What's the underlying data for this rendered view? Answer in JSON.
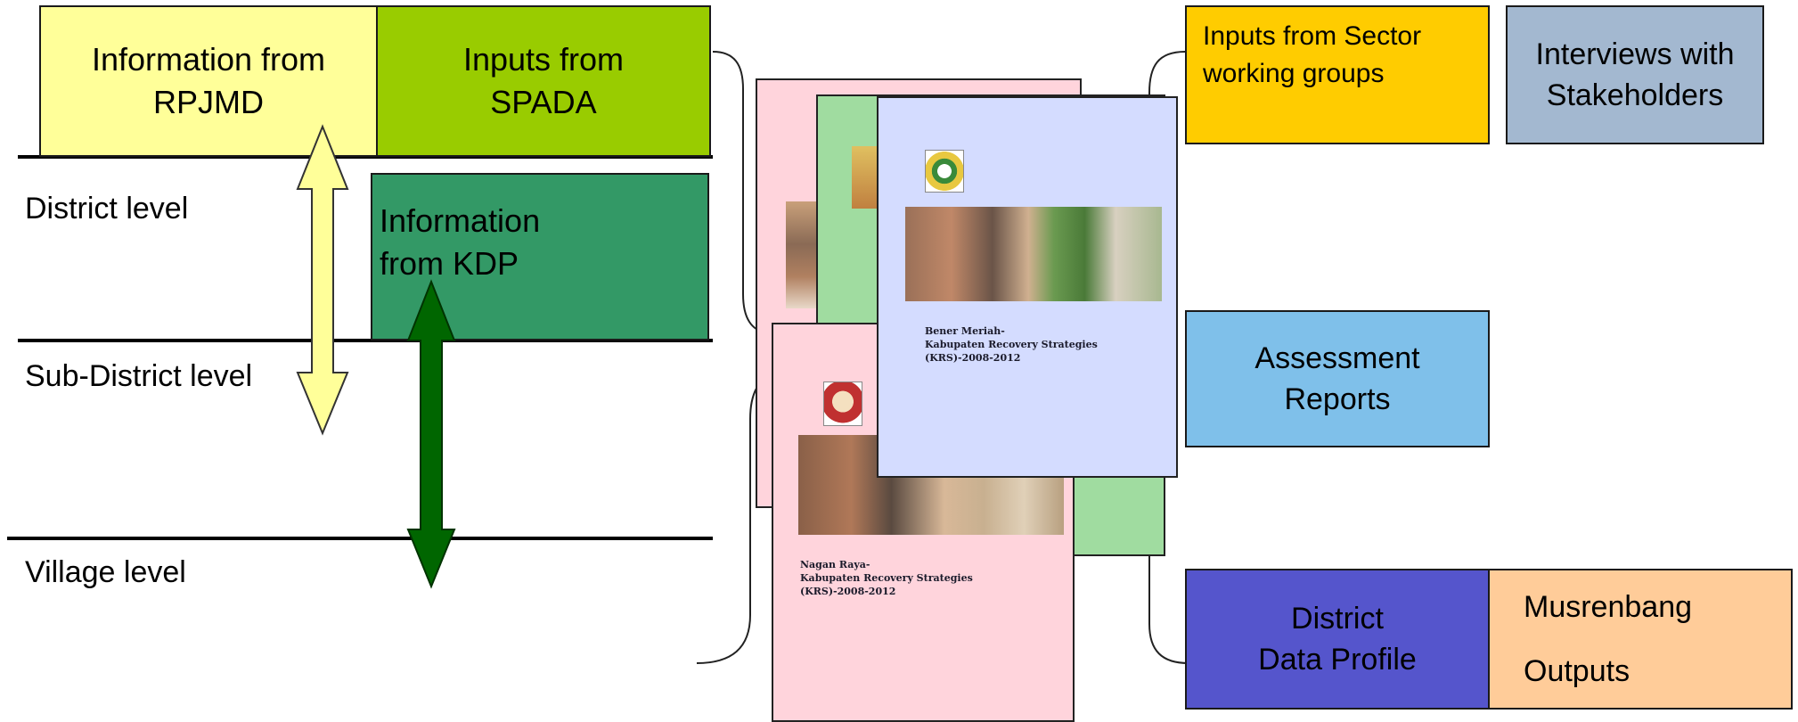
{
  "colors": {
    "rpjmd": "#ffff99",
    "spada": "#99cc00",
    "kdp": "#339966",
    "sector": "#ffcc00",
    "stakeholders": "#a3b8d0",
    "assessment": "#7fc0ea",
    "district_profile": "#5555cc",
    "musrenbang": "#ffcc99",
    "arrow_light": "#ffff99",
    "arrow_dark": "#006600",
    "cover_pink": "#ffd4dc",
    "cover_green": "#a0dca0",
    "cover_blue": "#d4dcff"
  },
  "left": {
    "rpjmd": "Information from\nRPJMD",
    "spada": "Inputs from\nSPADA",
    "kdp": "Information\nfrom KDP",
    "levels": {
      "district": "District level",
      "subdistrict": "Sub-District level",
      "village": "Village level"
    }
  },
  "covers": {
    "bener_meriah_title": "Bener Meriah-\nKabupaten Recovery Strategies\n(KRS)-2008-2012",
    "nagan_raya_title": "Nagan Raya-\nKabupaten Recovery Strategies\n(KRS)-2008-2012"
  },
  "right": {
    "sector": "Inputs from Sector\nworking groups",
    "stakeholders": "Interviews with\nStakeholders",
    "assessment": "Assessment\nReports",
    "district_profile": "District\nData Profile",
    "musrenbang": "Musrenbang\nOutputs"
  },
  "icons": {
    "arrow_light": "double-headed-arrow",
    "arrow_dark": "double-headed-arrow",
    "braces": "curly-brace"
  }
}
